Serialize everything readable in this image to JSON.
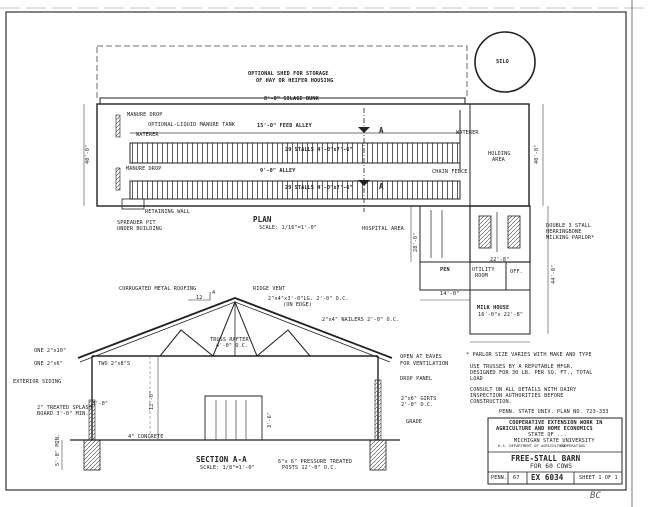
{
  "plan": {
    "silo": "SILO",
    "optional_shed": [
      "OPTIONAL SHED FOR STORAGE",
      "OF HAY OR HEIFER HOUSING"
    ],
    "silage_bunk": "8'-0\" SILAGE BUNK",
    "manure_drop_top": "MANURE DROP",
    "optional_tank": "OPTIONAL-LIQUID MANURE TANK",
    "waterer_left": "WATERER",
    "feed_alley": "15'-0\" FEED ALLEY",
    "section_marker_top": "A",
    "waterer_right": "WATERER",
    "stalls_row1": "29 STALLS 4'-0\"x7'-6\"",
    "holding_area": [
      "HOLDING",
      "AREA"
    ],
    "manure_drop_bottom": "MANURE DROP",
    "alley": "9'-0\" ALLEY",
    "chain_fence": "CHAIN FENCE",
    "stalls_row2": "29 STALLS 4'-0\"x7'-6\"",
    "section_marker_bottom": "A",
    "retaining_wall": "RETAINING WALL",
    "spreader_pit": [
      "SPREADER PIT",
      "UNDER BUILDING"
    ],
    "title": "PLAN",
    "scale": "SCALE: 1/16\"=1'-0\"",
    "hospital_area": "HOSPITAL AREA",
    "double_stall": [
      "DOUBLE 3 STALL",
      "HERRINGBONE",
      "MILKING PARLOR*"
    ],
    "dim_left": "40'-0\"",
    "dim_right": "40'-0\"",
    "dim_right_lower": "44'-8\"",
    "dim_parlor_left": "28'-0\"",
    "dim_parlor_bottom": "22'-8\"",
    "dim_pen": "14'-0\"",
    "pen": "PEN",
    "utility_room": [
      "UTILITY",
      "ROOM"
    ],
    "office": "OFF.",
    "milk_house": [
      "MILK HOUSE",
      "16'-0\"x 22'-8\""
    ]
  },
  "section": {
    "corrugated_roofing": "CORRUGATED METAL ROOFING",
    "ridge_vent": "RIDGE VENT",
    "pitch_rise": "4",
    "pitch_run": "12",
    "purlins": [
      "2\"x4\"x3'-0\"LG. 2'-0\" O.C.",
      "(ON EDGE)"
    ],
    "nailers": "2\"x4\" NAILERS 2'-0\" O.C.",
    "truss_rafter": [
      "TRUSS RAFTER",
      "4'-0\" O.C."
    ],
    "one_2x10": "ONE 2\"x10\"",
    "one_2x6": "ONE 2\"x6\"",
    "two_2x8": "TWO 2\"x8\"S",
    "exterior_siding": "EXTERIOR SIDING",
    "splash_board": [
      "2\" TREATED SPLASH",
      "BOARD 3'-0\" MIN."
    ],
    "open_eaves": [
      "OPEN AT EAVES",
      "FOR VENTILATION"
    ],
    "drop_panel": "DROP PANEL",
    "girts": [
      "2\"x6\" GIRTS",
      "2'-0\" O.C."
    ],
    "grade": "GRADE",
    "concrete": "4\" CONCRETE",
    "title": "SECTION A-A",
    "scale": "SCALE: 1/8\"=1'-0\"",
    "posts": [
      "6\"x 6\" PRESSURE TREATED",
      "POSTS 12'-0\" O.C."
    ],
    "dim_height": "12'-0\"",
    "dim_footing": "5'-0\" MIN.",
    "dim_small": "3'-0\"",
    "dim_inner": "3'-6\""
  },
  "notes": [
    "* PARLOR SIZE VARIES WITH MAKE AND TYPE",
    "USE TRUSSES BY A REPUTABLE MFGR.",
    "DESIGNED FOR 30 LB. PER SQ. FT., TOTAL",
    "LOAD",
    "CONSULT ON ALL DETAILS WITH DAIRY",
    "INSPECTION AUTHORITIES BEFORE",
    "CONSTRUCTION."
  ],
  "plan_number": "PENN. STATE UNIV. PLAN NO. 723-333",
  "title_block": {
    "agency": [
      "COOPERATIVE EXTENSION WORK IN",
      "AGRICULTURE AND HOME ECONOMICS",
      "STATE OF ...",
      "MICHIGAN STATE UNIVERSITY"
    ],
    "fine_print": [
      "U.S. DEPARTMENT OF AGRICULTURE",
      "COOPERATING"
    ],
    "drawing_title": "FREE-STALL BARN",
    "subtitle": "FOR 60 COWS",
    "penn": "PENN.",
    "sheet_code": "67",
    "plan_id": "EX 6034",
    "sheet": "SHEET 1 OF 1"
  },
  "initials": "BC"
}
